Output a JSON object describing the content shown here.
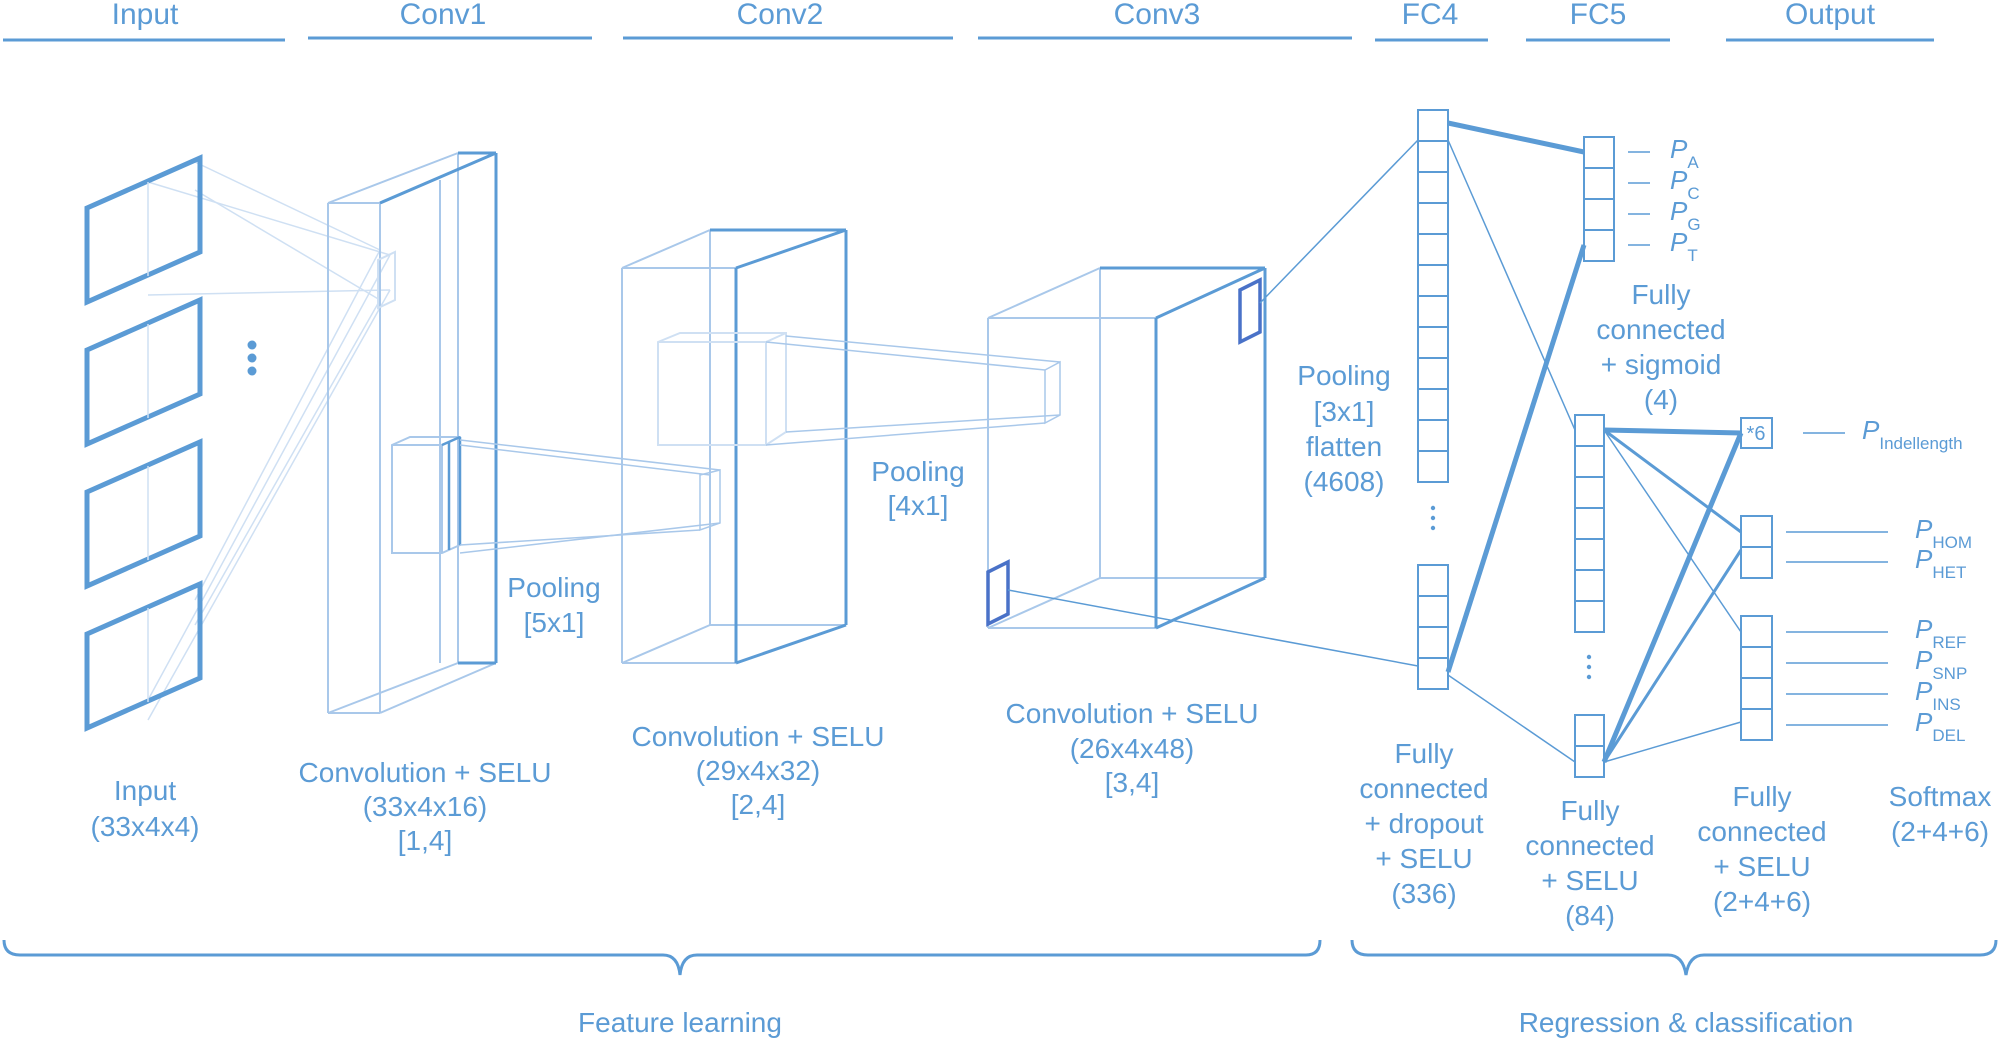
{
  "headers": [
    "Input",
    "Conv1",
    "Conv2",
    "Conv3",
    "FC4",
    "FC5",
    "Output"
  ],
  "layers": {
    "input": {
      "name": "Input",
      "shape": "(33x4x4)"
    },
    "conv1": {
      "name": "Convolution + SELU",
      "shape": "(33x4x16)",
      "kernel": "[1,4]"
    },
    "pool1": {
      "name": "Pooling",
      "size": "[5x1]"
    },
    "conv2": {
      "name": "Convolution + SELU",
      "shape": "(29x4x32)",
      "kernel": "[2,4]"
    },
    "pool2": {
      "name": "Pooling",
      "size": "[4x1]"
    },
    "conv3": {
      "name": "Convolution + SELU",
      "shape": "(26x4x48)",
      "kernel": "[3,4]"
    },
    "pool3": {
      "name": "Pooling",
      "size": "[3x1]",
      "op": "flatten",
      "shape": "(4608)"
    },
    "fc4": {
      "lines": [
        "Fully",
        "connected",
        "+ dropout",
        "+ SELU"
      ],
      "shape": "(336)"
    },
    "fc5": {
      "lines": [
        "Fully",
        "connected",
        "+ SELU"
      ],
      "shape": "(84)"
    },
    "sigmoid": {
      "lines": [
        "Fully",
        "connected",
        "+ sigmoid"
      ],
      "shape": "(4)"
    },
    "fc_out": {
      "lines": [
        "Fully",
        "connected",
        "+ SELU"
      ],
      "shape": "(2+4+6)"
    },
    "softmax": {
      "name": "Softmax",
      "shape": "(2+4+6)"
    }
  },
  "probabilities": {
    "prefix": "P",
    "sigmoid_outputs": [
      "A",
      "C",
      "G",
      "T"
    ],
    "indel": "Indellength",
    "indel_box": "*6",
    "zygosity": [
      "HOM",
      "HET"
    ],
    "variant_type": [
      "REF",
      "SNP",
      "INS",
      "DEL"
    ]
  },
  "groups": {
    "feature": "Feature learning",
    "regression": "Regression & classification"
  },
  "colors": {
    "primary": "#5b9bd5",
    "light": "#a9c8ea",
    "faint": "#cfe0f3",
    "highlight": "#4a72c8"
  },
  "icons": {
    "ellipsis": "vertical-dots-icon"
  }
}
